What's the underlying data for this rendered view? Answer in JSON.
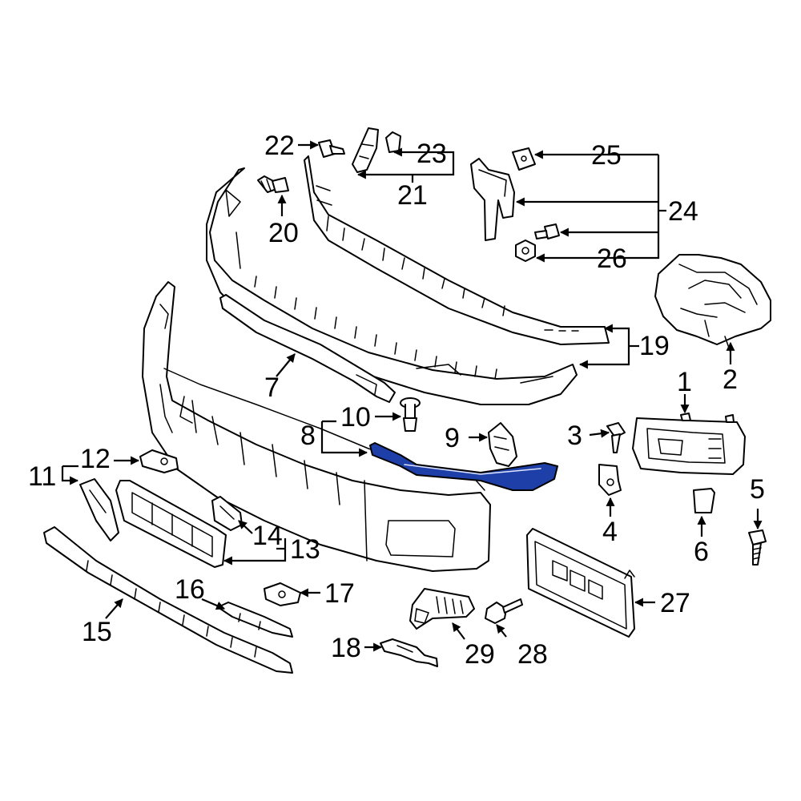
{
  "callouts": {
    "c1": "1",
    "c2": "2",
    "c3": "3",
    "c4": "4",
    "c5": "5",
    "c6": "6",
    "c7": "7",
    "c8": "8",
    "c9": "9",
    "c10": "10",
    "c11": "11",
    "c12": "12",
    "c13": "13",
    "c14": "14",
    "c15": "15",
    "c16": "16",
    "c17": "17",
    "c18": "18",
    "c19": "19",
    "c20": "20",
    "c21": "21",
    "c22": "22",
    "c23": "23",
    "c24": "24",
    "c25": "25",
    "c26": "26",
    "c27": "27",
    "c28": "28",
    "c29": "29"
  },
  "colors": {
    "highlight": "#1f3fa8",
    "line": "#000000",
    "background": "#ffffff"
  },
  "highlighted_part": "8"
}
